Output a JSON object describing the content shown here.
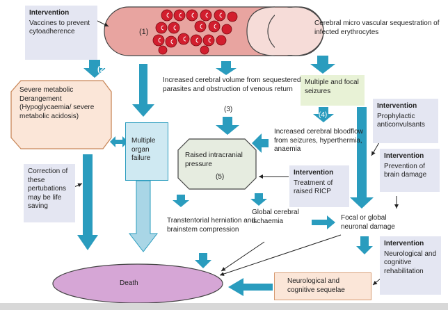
{
  "labels": {
    "intervention": "Intervention",
    "vaccines": "Vaccines to prevent cytoadherence",
    "num1": "(1)",
    "sequestration": "Cerebral micro vascular sequestration of infected erythrocytes",
    "num2": "(2)",
    "metabolic": "Severe metabolic Derangement (Hypoglycaemia/ severe metabolic acidosis)",
    "cerebral_volume": "Increased cerebral volume from sequestered parasites and obstruction of venous return",
    "num3": "(3)",
    "seizures": "Multiple and focal seizures",
    "num4": "(4)",
    "anticonvulsants": "Prophylactic anticonvulsants",
    "organ_failure": "Multiple organ failure",
    "raised_icp": "Raised intracranial pressure",
    "num5": "(5)",
    "bloodflow": "Increased cerebral bloodflow from seizures, hyperthermia, anaemia",
    "brain_damage_prev": "Prevention of brain damage",
    "correction": "Correction of these pertubations may be life saving",
    "treatment_ricp": "Treatment of raised RICP",
    "transtentorial": "Transtentorial herniation and brainstem compression",
    "ischaemia": "Global cerebral ischaemia",
    "neuronal_damage": "Focal or global neuronal damage",
    "rehab": "Neurological and cognitive rehabilitation",
    "death": "Death",
    "sequelae": "Neurological and cognitive sequelae"
  },
  "colors": {
    "arrow": "#2a9cbe",
    "arrow_light": "#a9d6e6",
    "vessel": "#e8a4a0",
    "rbc": "#d21e2e",
    "death": "#d6a6d6",
    "octagon": "#e6ece0"
  }
}
